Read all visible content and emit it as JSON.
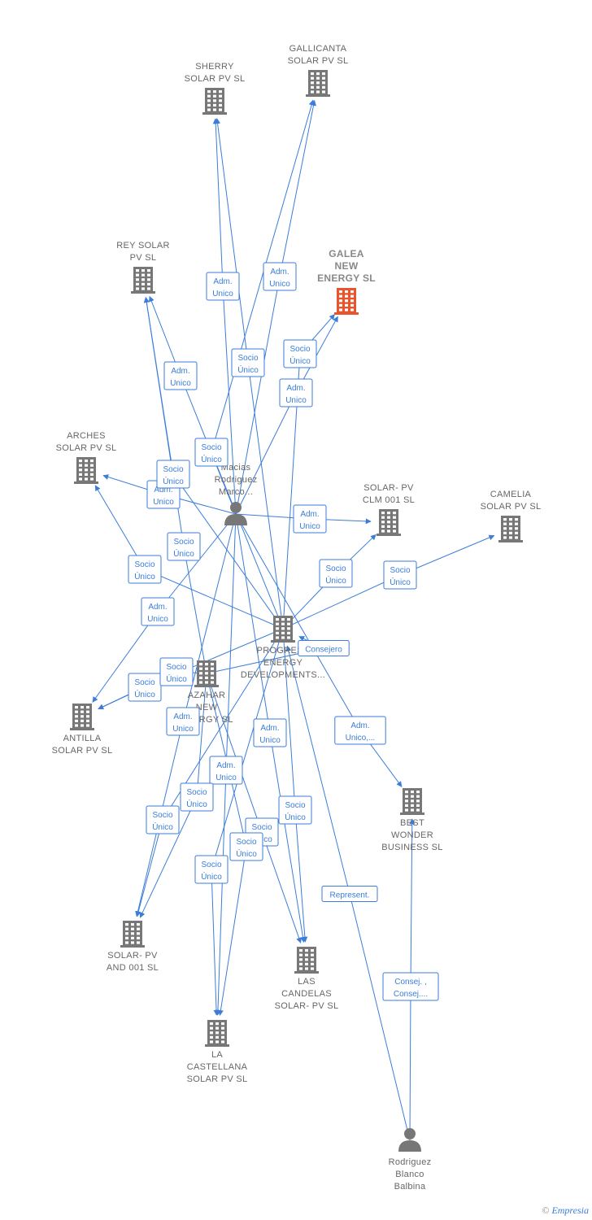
{
  "colors": {
    "edge": "#3b7dd8",
    "company": "#777777",
    "focus": "#e8542b",
    "person": "#777777"
  },
  "nodes": [
    {
      "id": "gallicanta",
      "type": "company",
      "label": [
        "GALLICANTA",
        "SOLAR PV  SL"
      ]
    },
    {
      "id": "sherry",
      "type": "company",
      "label": [
        "SHERRY",
        "SOLAR PV  SL"
      ]
    },
    {
      "id": "galea",
      "type": "company",
      "focus": true,
      "label": [
        "GALEA",
        "NEW",
        "ENERGY  SL"
      ]
    },
    {
      "id": "rey",
      "type": "company",
      "label": [
        "REY SOLAR",
        "PV  SL"
      ]
    },
    {
      "id": "arches",
      "type": "company",
      "label": [
        "ARCHES",
        "SOLAR PV  SL"
      ]
    },
    {
      "id": "solarclm",
      "type": "company",
      "label": [
        "SOLAR- PV",
        "CLM 001  SL"
      ]
    },
    {
      "id": "camelia",
      "type": "company",
      "label": [
        "CAMELIA",
        "SOLAR PV  SL"
      ]
    },
    {
      "id": "macias",
      "type": "person",
      "label": [
        "Macias",
        "Rodriguez",
        "Marco..."
      ]
    },
    {
      "id": "progress",
      "type": "company",
      "label": [
        "PROGRESS",
        "ENERGY",
        "DEVELOPMENTS..."
      ]
    },
    {
      "id": "azahar",
      "type": "company",
      "label": [
        "AZAHAR",
        "NEW",
        "ENERGY  SL"
      ]
    },
    {
      "id": "antilla",
      "type": "company",
      "label": [
        "ANTILLA",
        "SOLAR PV  SL"
      ]
    },
    {
      "id": "bestwonder",
      "type": "company",
      "label": [
        "BEST",
        "WONDER",
        "BUSINESS SL"
      ]
    },
    {
      "id": "solarand",
      "type": "company",
      "label": [
        "SOLAR- PV",
        "AND 001  SL"
      ]
    },
    {
      "id": "lascandelas",
      "type": "company",
      "label": [
        "LAS",
        "CANDELAS",
        "SOLAR- PV  SL"
      ]
    },
    {
      "id": "lacastellana",
      "type": "company",
      "label": [
        "LA",
        "CASTELLANA",
        "SOLAR PV  SL"
      ]
    },
    {
      "id": "balbina",
      "type": "person",
      "label": [
        "Rodriguez",
        "Blanco",
        "Balbina"
      ]
    }
  ],
  "edges": [
    {
      "from": "macias",
      "to": "sherry",
      "label": [
        "Adm.",
        "Unico"
      ]
    },
    {
      "from": "macias",
      "to": "gallicanta",
      "label": [
        "Adm.",
        "Unico"
      ]
    },
    {
      "from": "macias",
      "to": "rey",
      "label": [
        "Adm.",
        "Unico"
      ]
    },
    {
      "from": "macias",
      "to": "galea",
      "label": [
        "Adm.",
        "Unico"
      ]
    },
    {
      "from": "macias",
      "to": "arches",
      "label": [
        "Adm.",
        "Unico"
      ]
    },
    {
      "from": "macias",
      "to": "solarclm",
      "label": [
        "Adm.",
        "Unico"
      ]
    },
    {
      "from": "macias",
      "to": "antilla",
      "label": [
        "Adm.",
        "Unico"
      ]
    },
    {
      "from": "macias",
      "to": "solarand",
      "label": [
        "Adm.",
        "Unico"
      ]
    },
    {
      "from": "macias",
      "to": "lacastellana",
      "label": [
        "Adm.",
        "Unico"
      ]
    },
    {
      "from": "macias",
      "to": "lascandelas",
      "label": [
        "Adm.",
        "Unico"
      ]
    },
    {
      "from": "macias",
      "to": "bestwonder",
      "label": [
        "Adm.",
        "Unico,..."
      ]
    },
    {
      "from": "progress",
      "to": "sherry",
      "label": [
        "Socio",
        "Único"
      ]
    },
    {
      "from": "progress",
      "to": "gallicanta",
      "label": [
        "Socio",
        "Único"
      ]
    },
    {
      "from": "progress",
      "to": "rey",
      "label": [
        "Socio",
        "Único"
      ]
    },
    {
      "from": "progress",
      "to": "galea",
      "label": [
        "Socio",
        "Único"
      ]
    },
    {
      "from": "progress",
      "to": "arches",
      "label": [
        "Socio",
        "Único"
      ]
    },
    {
      "from": "progress",
      "to": "solarclm",
      "label": [
        "Socio",
        "Único"
      ]
    },
    {
      "from": "progress",
      "to": "camelia",
      "label": [
        "Socio",
        "Único"
      ]
    },
    {
      "from": "progress",
      "to": "antilla",
      "label": [
        "Socio",
        "Único"
      ]
    },
    {
      "from": "progress",
      "to": "solarand",
      "label": [
        "Socio",
        "Único"
      ]
    },
    {
      "from": "progress",
      "to": "lacastellana",
      "label": [
        "Socio",
        "Único"
      ]
    },
    {
      "from": "progress",
      "to": "lascandelas",
      "label": [
        "Socio",
        "Único"
      ]
    },
    {
      "from": "azahar",
      "to": "progress",
      "label": [
        "Consejero"
      ]
    },
    {
      "from": "azahar",
      "to": "rey",
      "label": [
        "Socio",
        "Único"
      ]
    },
    {
      "from": "azahar",
      "to": "antilla",
      "label": [
        "Socio",
        "Único"
      ]
    },
    {
      "from": "azahar",
      "to": "solarand",
      "label": [
        "Socio",
        "Único"
      ]
    },
    {
      "from": "azahar",
      "to": "lascandelas",
      "label": [
        "Socio",
        "Único"
      ]
    },
    {
      "from": "azahar",
      "to": "lacastellana",
      "label": [
        "Socio",
        "Único"
      ]
    },
    {
      "from": "balbina",
      "to": "progress",
      "label": [
        "Represent."
      ]
    },
    {
      "from": "balbina",
      "to": "bestwonder",
      "label": [
        "Consej. ,",
        "Consej...."
      ]
    }
  ],
  "footer": {
    "copyright": "©",
    "brand": "Empresia"
  }
}
